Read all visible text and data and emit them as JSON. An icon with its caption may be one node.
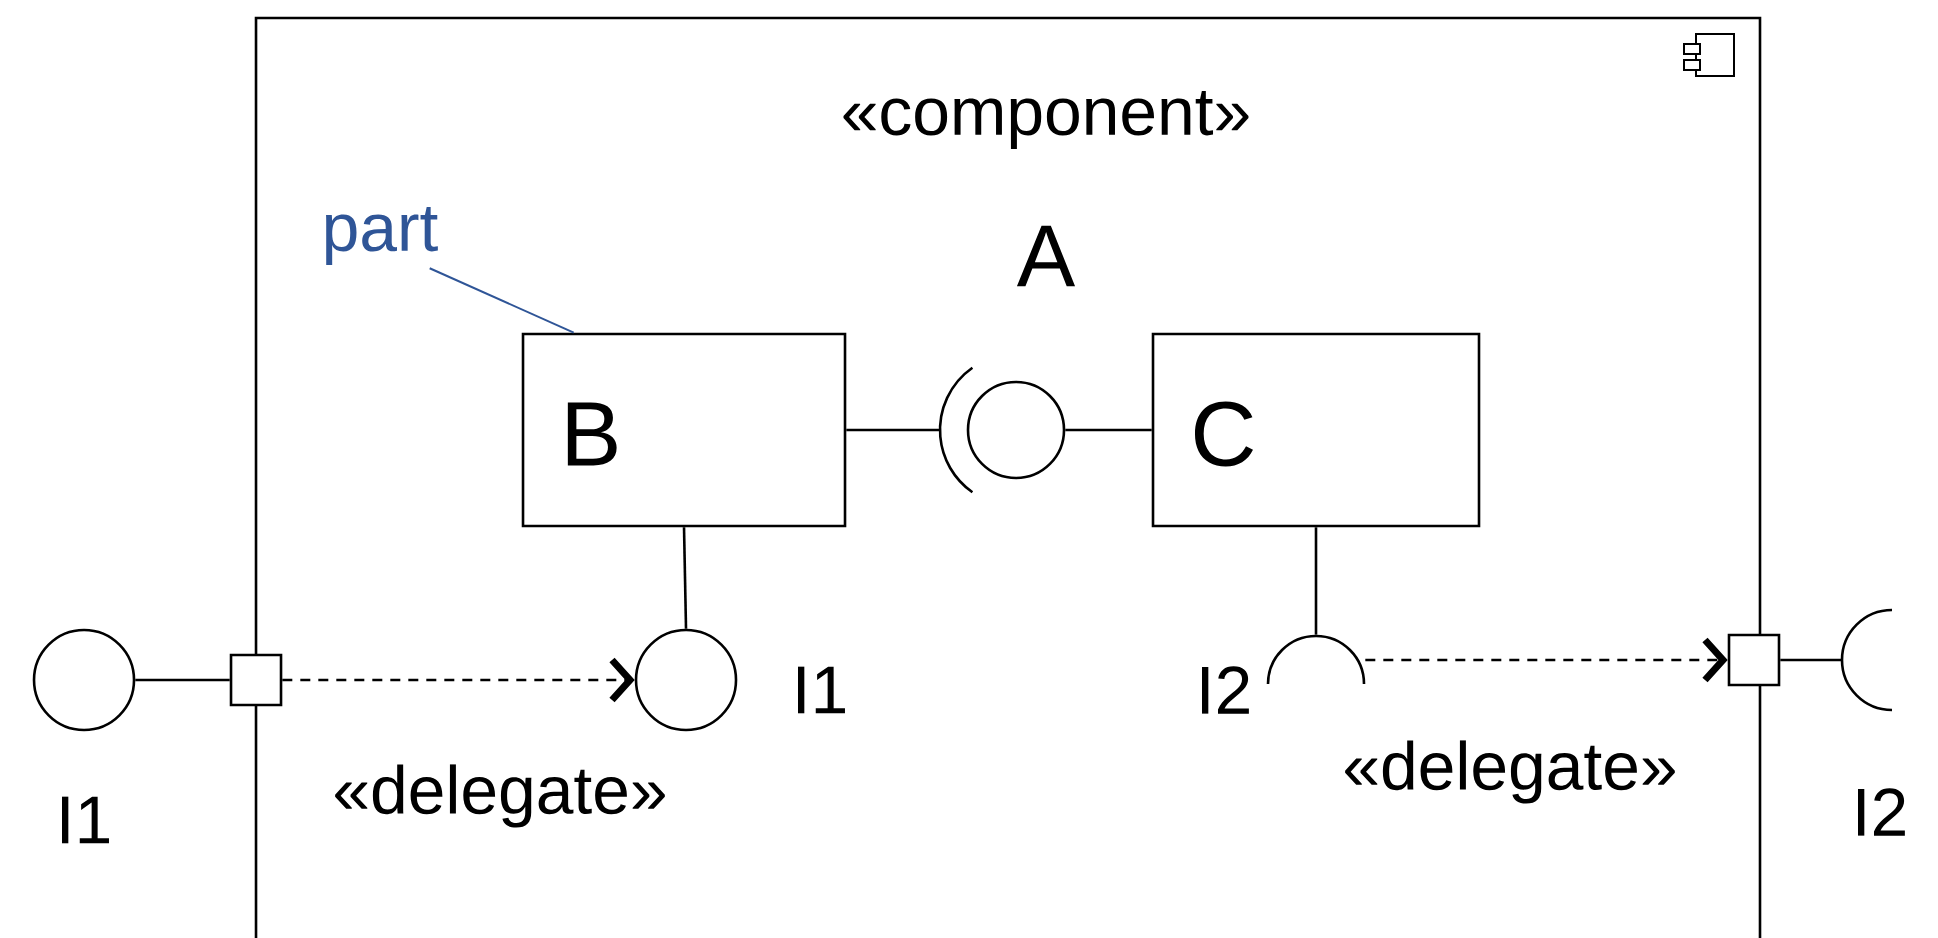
{
  "diagram": {
    "nodes": [
      {
        "text": [
          "«component»",
          "A"
        ]
      },
      {
        "text": [
          "B"
        ],
        "in": 0
      },
      {
        "text": [
          "C"
        ],
        "in": 0
      },
      {
        "text": [],
        "shape": "circle",
        "in": 0
      },
      {
        "text": [],
        "shape": "arc",
        "in": 0
      },
      {
        "text": [],
        "shape": "box"
      },
      {
        "text": [],
        "shape": "circle",
        "beside": [
          "I1"
        ]
      },
      {
        "text": [],
        "shape": "circle",
        "in": 0,
        "beside": [
          "I1"
        ]
      },
      {
        "text": [],
        "shape": "arc",
        "in": 0,
        "beside": [
          "I2"
        ]
      },
      {
        "text": [],
        "shape": "box"
      },
      {
        "text": [],
        "shape": "arc",
        "beside": [
          "I2"
        ]
      },
      {
        "text": [
          "part"
        ],
        "in": 0
      }
    ],
    "edges": [
      {
        "from": 1,
        "to": 4,
        "arrow": "none"
      },
      {
        "from": 3,
        "to": 2,
        "arrow": "none"
      },
      {
        "from": 1,
        "to": 7,
        "arrow": "none"
      },
      {
        "from": 2,
        "to": 8,
        "arrow": "none"
      },
      {
        "from": 6,
        "to": 5,
        "arrow": "none"
      },
      {
        "from": 5,
        "to": 7,
        "arrow": "to",
        "style": "dashed",
        "label": "«delegate»"
      },
      {
        "from": 8,
        "to": 9,
        "arrow": "to",
        "style": "dashed",
        "label": "«delegate»"
      },
      {
        "from": 9,
        "to": 10,
        "arrow": "none"
      },
      {
        "from": 11,
        "to": 1,
        "arrow": "none",
        "color": "#2f5597"
      }
    ]
  }
}
